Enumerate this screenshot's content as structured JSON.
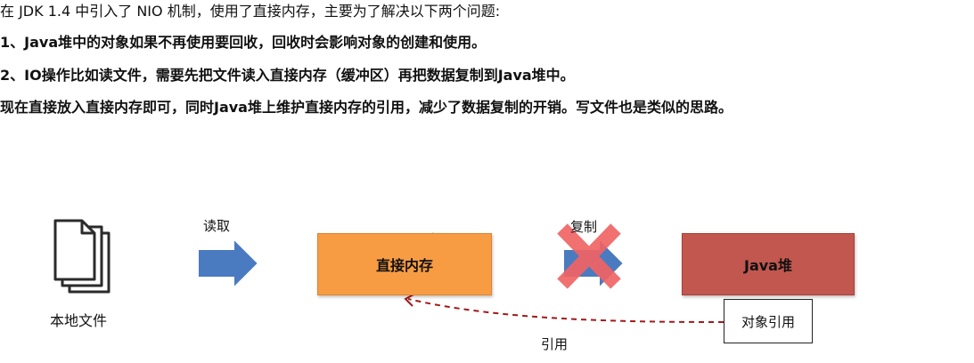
{
  "text": {
    "line1": "在 JDK 1.4 中引入了 NIO 机制，使用了直接内存，主要为了解决以下两个问题:",
    "line2": "1、Java堆中的对象如果不再使用要回收，回收时会影响对象的创建和使用。",
    "line3": "2、IO操作比如读文件，需要先把文件读入直接内存（缓冲区）再把数据复制到Java堆中。",
    "line4": "现在直接放入直接内存即可，同时Java堆上维护直接内存的引用，减少了数据复制的开销。写文件也是类似的思路。"
  },
  "diagram": {
    "file_label": "本地文件",
    "read_label": "读取",
    "direct_memory_label": "直接内存",
    "copy_label": "复制",
    "java_heap_label": "Java堆",
    "object_ref_label": "对象引用",
    "reference_label": "引用"
  },
  "colors": {
    "arrow_blue": "#4a7bc0",
    "direct_memory_fill": "#f89c44",
    "java_heap_fill": "#c1574f",
    "cross_red": "#f06464",
    "dashed_arrow": "#a01a1a"
  }
}
